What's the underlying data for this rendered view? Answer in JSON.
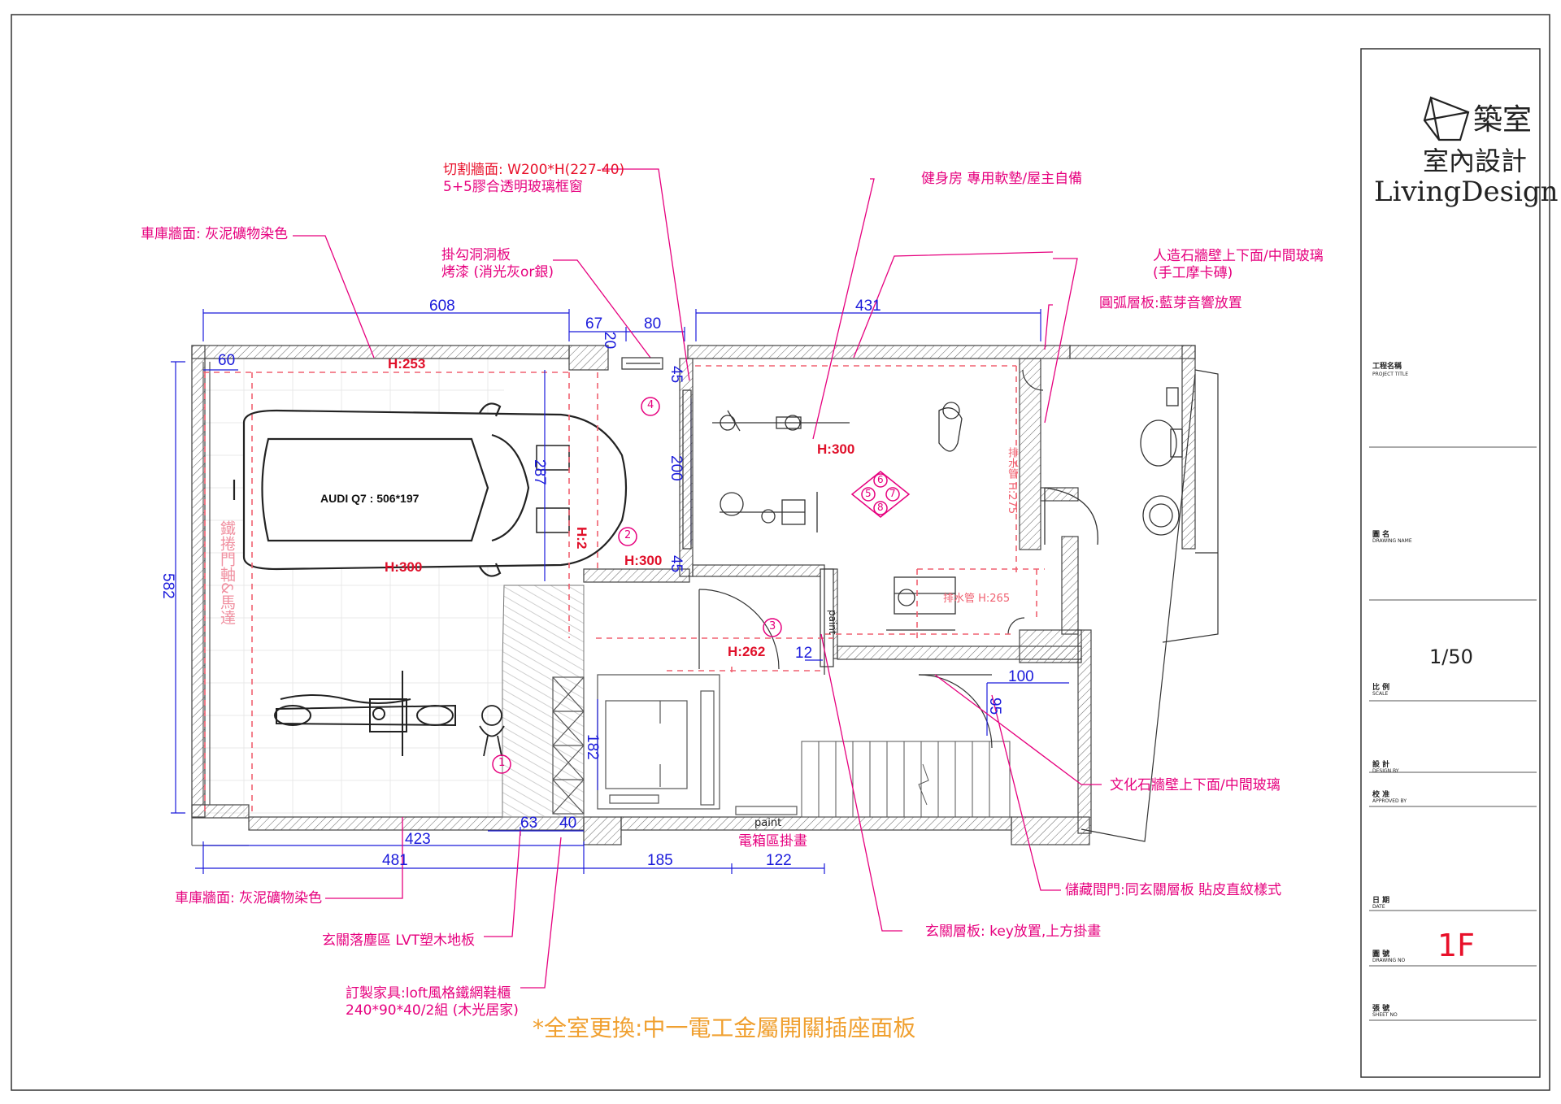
{
  "brand": {
    "line1": "築室",
    "line2": "室內設計",
    "line3": "LivingDesign"
  },
  "title_block": {
    "project_title_zh": "工程名稱",
    "project_title_en": "PROJECT TITLE",
    "drawing_name_zh": "圖 名",
    "drawing_name_en": "DRAWING NAME",
    "scale_value": "1/50",
    "scale_zh": "比 例",
    "scale_en": "SCALE",
    "design_zh": "設 計",
    "design_en": "DESIGN BY",
    "approved_zh": "校 准",
    "approved_en": "APPROVED BY",
    "date_zh": "日 期",
    "date_en": "DATE",
    "drawing_no_zh": "圖 號",
    "drawing_no_en": "DRAWING NO",
    "drawing_no_value": "1F",
    "sheet_no_zh": "張 號",
    "sheet_no_en": "SHEET NO"
  },
  "annotations": {
    "cut_wall_1": "切割牆面: W200*H(227-40)",
    "cut_wall_2": "5+5膠合透明玻璃框窗",
    "garage_wall_top": "車庫牆面: 灰泥礦物染色",
    "pegboard_1": "掛勾洞洞板",
    "pegboard_2": "烤漆 (消光灰or銀)",
    "gym": "健身房 專用軟墊/屋主自備",
    "stone_wall_1": "人造石牆壁上下面/中間玻璃",
    "stone_wall_2": "(手工摩卡磚)",
    "arc_shelf": "圓弧層板:藍芽音響放置",
    "culture_stone": "文化石牆壁上下面/中間玻璃",
    "storage_door": "儲藏間門:同玄關層板 貼皮直紋樣式",
    "entry_shelf": "玄關層板: key放置,上方掛畫",
    "garage_wall_bottom": "車庫牆面: 灰泥礦物染色",
    "entry_floor": "玄關落塵區 LVT塑木地板",
    "custom_furniture_1": "訂製家具:loft風格鐵網鞋櫃",
    "custom_furniture_2": "240*90*40/2組 (木光居家)",
    "electric_box": "電箱區掛畫",
    "paint_1": "paint",
    "paint_2": "paint",
    "car_label": "AUDI Q7 : 506*197",
    "rolling_door": "鐵捲門軸&馬達",
    "drain_1": "排水管 H:275",
    "drain_2": "排水管 H:265",
    "footer_note": "*全室更換:中一電工金屬開關插座面板"
  },
  "heights": {
    "h253": "H:253",
    "h300_garage": "H:300",
    "h300_mid": "H:300",
    "h300_gym": "H:300",
    "h262": "H:262",
    "h2_vert": "H:2"
  },
  "dimensions": {
    "d608": "608",
    "d67": "67",
    "d80": "80",
    "d431": "431",
    "d60": "60",
    "d20": "20",
    "d45a": "45",
    "d287": "287",
    "d200": "200",
    "d45b": "45",
    "d582": "582",
    "d12": "12",
    "d100": "100",
    "d95": "95",
    "d182": "182",
    "d63": "63",
    "d40": "40",
    "d423": "423",
    "d481": "481",
    "d185": "185",
    "d122": "122"
  },
  "markers": [
    "1",
    "2",
    "3",
    "4",
    "5",
    "6",
    "7",
    "8"
  ],
  "colors": {
    "magenta": "#e6007e",
    "red": "#e0102a",
    "blue": "#1a1adb",
    "orange": "#f0a030",
    "wall_hatch": "#555555",
    "pink_dash": "#f06070"
  }
}
